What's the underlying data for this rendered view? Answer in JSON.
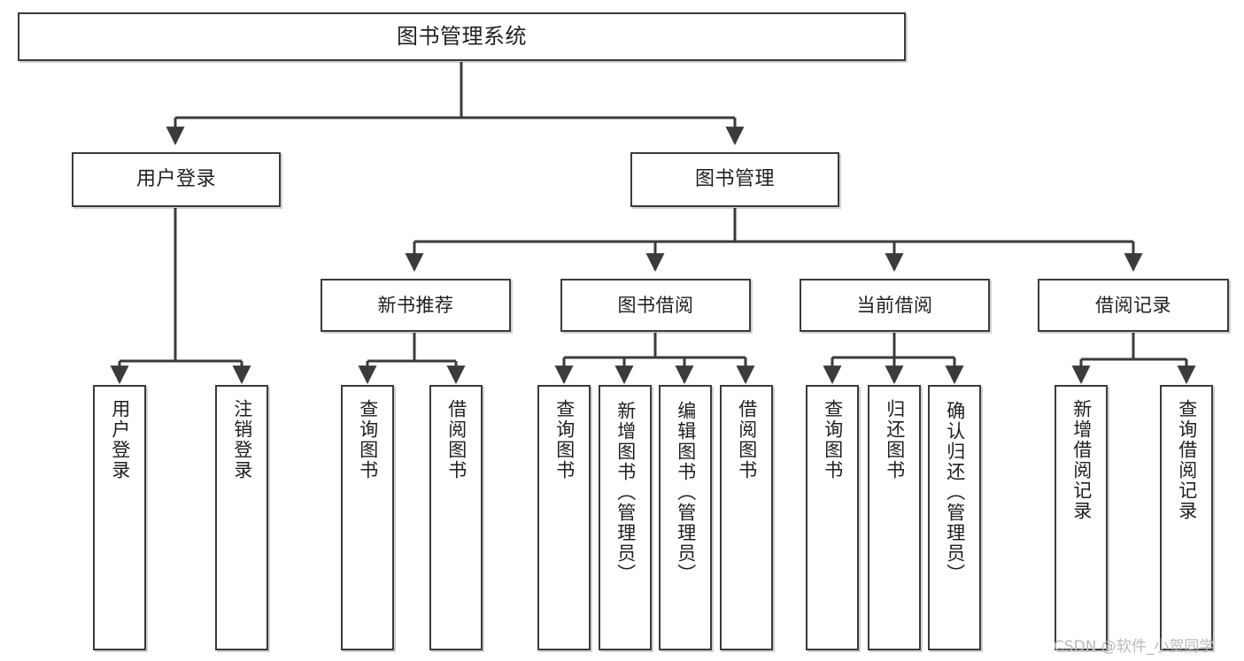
{
  "diagram": {
    "title": "图书管理系统",
    "watermark": "CSDN @软件_小贺同学",
    "accent_color": "#3b3b3b",
    "background_color": "#ffffff",
    "nodes": {
      "root": {
        "label": "图书管理系统"
      },
      "level2": [
        {
          "label": "用户登录"
        },
        {
          "label": "图书管理"
        }
      ],
      "level3": [
        {
          "label": "新书推荐"
        },
        {
          "label": "图书借阅"
        },
        {
          "label": "当前借阅"
        },
        {
          "label": "借阅记录"
        }
      ],
      "leaves": {
        "user_login": [
          {
            "label": "用户登录"
          },
          {
            "label": "注销登录"
          }
        ],
        "new_book_recommend": [
          {
            "label": "查询图书"
          },
          {
            "label": "借阅图书"
          }
        ],
        "book_borrow": [
          {
            "label": "查询图书"
          },
          {
            "label": "新增图书（管理员）"
          },
          {
            "label": "编辑图书（管理员）"
          },
          {
            "label": "借阅图书"
          }
        ],
        "current_borrow": [
          {
            "label": "查询图书"
          },
          {
            "label": "归还图书"
          },
          {
            "label": "确认归还（管理员）"
          }
        ],
        "borrow_record": [
          {
            "label": "新增借阅记录"
          },
          {
            "label": "查询借阅记录"
          }
        ]
      }
    }
  }
}
